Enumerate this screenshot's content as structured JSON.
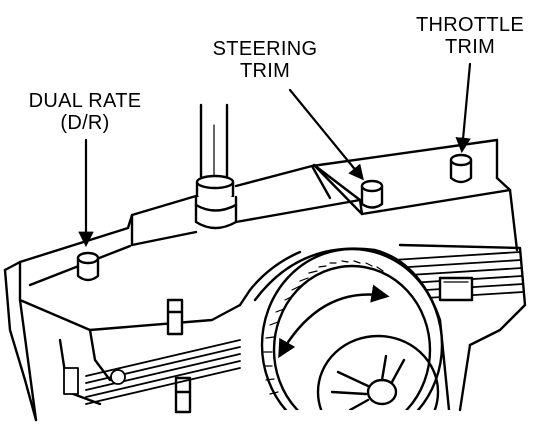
{
  "labels": {
    "dual_rate": {
      "line1": "DUAL RATE",
      "line2": "(D/R)"
    },
    "steering_trim": {
      "line1": "STEERING",
      "line2": "TRIM"
    },
    "throttle_trim": {
      "line1": "THROTTLE",
      "line2": "TRIM"
    }
  },
  "colors": {
    "ink": "#000000",
    "paper": "#ffffff"
  }
}
